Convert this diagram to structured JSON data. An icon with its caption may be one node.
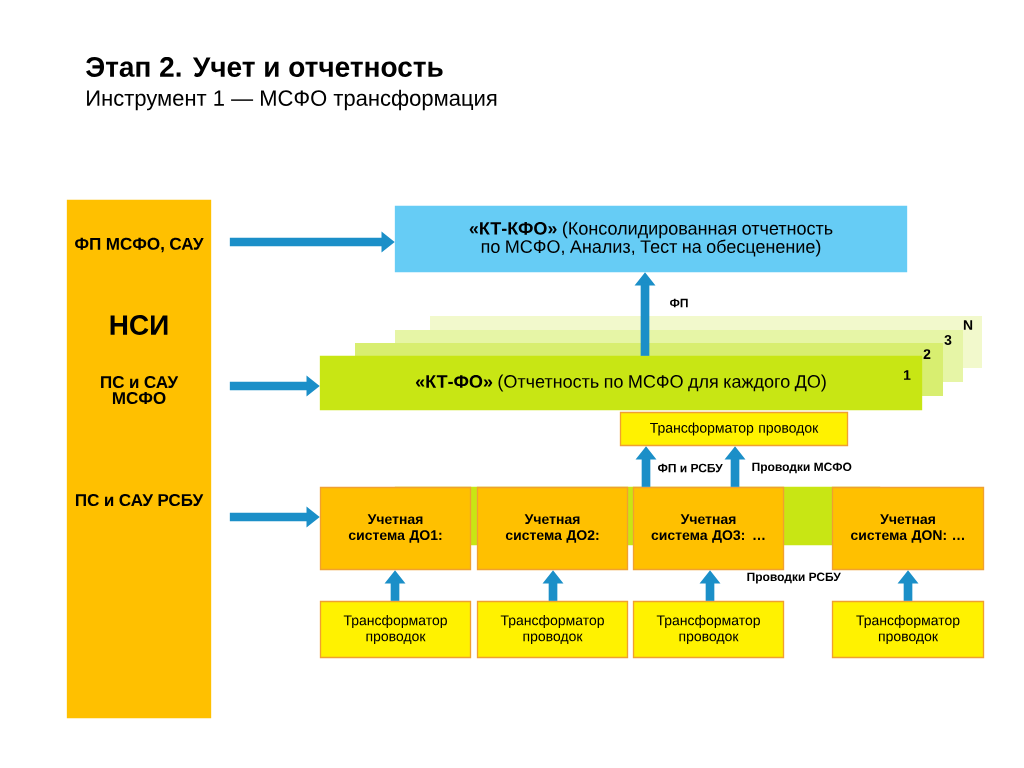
{
  "diagram": {
    "title": "Этап 2. Учет и отчетность",
    "nodes": [
      {
        "text": [
          "ФП МСФО, САУ",
          "НСИ",
          "ПС и САУ МСФО",
          "ПС и САУ РСБУ"
        ]
      },
      {
        "text": [
          "**«КТ-КФО»** (Консолидированная отчетность по МСФО, Анализ, Тест на обесценение)"
        ]
      },
      {
        "text": [
          "**«КТ-ФО»** (Отчетность по МСФО для каждого ДО)",
          "1"
        ]
      },
      {
        "text": [
          "Трансформатор проводок"
        ]
      },
      {
        "text": [],
        "shape": "box"
      },
      {
        "text": [
          "Учетная система ДО1:"
        ]
      },
      {
        "text": [
          "Учетная система ДО2:"
        ]
      },
      {
        "text": [
          "Учетная система ДО3: …"
        ]
      },
      {
        "text": [
          "Учетная система ДОN: …"
        ]
      },
      {
        "text": [
          "Трансформатор проводок"
        ]
      },
      {
        "text": [
          "Трансформатор проводок"
        ]
      },
      {
        "text": [
          "Трансформатор проводок"
        ]
      },
      {
        "text": [
          "Трансформатор проводок"
        ]
      }
    ],
    "edges": [
      {
        "from": 0,
        "to": 1,
        "arrow": "to"
      },
      {
        "from": 0,
        "to": 2,
        "arrow": "to"
      },
      {
        "from": 0,
        "to": 5,
        "arrow": "to"
      },
      {
        "from": 2,
        "to": 1,
        "arrow": "to",
        "label": "ФП"
      },
      {
        "from": 7,
        "to": 3,
        "arrow": "to",
        "label": "ФП и РСБУ"
      },
      {
        "from": 7,
        "to": 3,
        "arrow": "to",
        "label": "Проводки МСФО"
      },
      {
        "from": 9,
        "to": 5,
        "arrow": "to"
      },
      {
        "from": 10,
        "to": 6,
        "arrow": "to"
      },
      {
        "from": 11,
        "to": 7,
        "arrow": "to",
        "label": "Проводки РСБУ"
      },
      {
        "from": 12,
        "to": 8,
        "arrow": "to"
      }
    ],
    "labels": [
      "Инструмент 1 — МСФО трансформация",
      "N",
      "3",
      "2"
    ]
  }
}
